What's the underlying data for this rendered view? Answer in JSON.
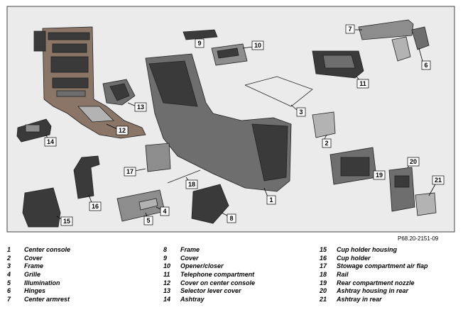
{
  "ref_code": "P68.20-2151-09",
  "callouts": [
    "1",
    "2",
    "3",
    "4",
    "5",
    "6",
    "7",
    "8",
    "9",
    "10",
    "11",
    "12",
    "13",
    "14",
    "15",
    "16",
    "17",
    "18",
    "19",
    "20",
    "21"
  ],
  "legend": {
    "col1": [
      {
        "num": "1",
        "name": "Center console"
      },
      {
        "num": "2",
        "name": "Cover"
      },
      {
        "num": "3",
        "name": "Frame"
      },
      {
        "num": "4",
        "name": "Grille"
      },
      {
        "num": "5",
        "name": "Illumination"
      },
      {
        "num": "6",
        "name": "Hinges"
      },
      {
        "num": "7",
        "name": "Center armrest"
      }
    ],
    "col2": [
      {
        "num": "8",
        "name": "Frame"
      },
      {
        "num": "9",
        "name": "Cover"
      },
      {
        "num": "10",
        "name": "Opener/closer"
      },
      {
        "num": "11",
        "name": "Telephone compartment"
      },
      {
        "num": "12",
        "name": "Cover on center console"
      },
      {
        "num": "13",
        "name": "Selector lever cover"
      },
      {
        "num": "14",
        "name": "Ashtray"
      }
    ],
    "col3": [
      {
        "num": "15",
        "name": "Cup holder housing"
      },
      {
        "num": "16",
        "name": "Cup holder"
      },
      {
        "num": "17",
        "name": "Stowage compartment air flap"
      },
      {
        "num": "18",
        "name": "Rail"
      },
      {
        "num": "19",
        "name": "Rear compartment nozzle"
      },
      {
        "num": "20",
        "name": "Ashtray housing in rear"
      },
      {
        "num": "21",
        "name": "Ashtray in rear"
      }
    ]
  }
}
